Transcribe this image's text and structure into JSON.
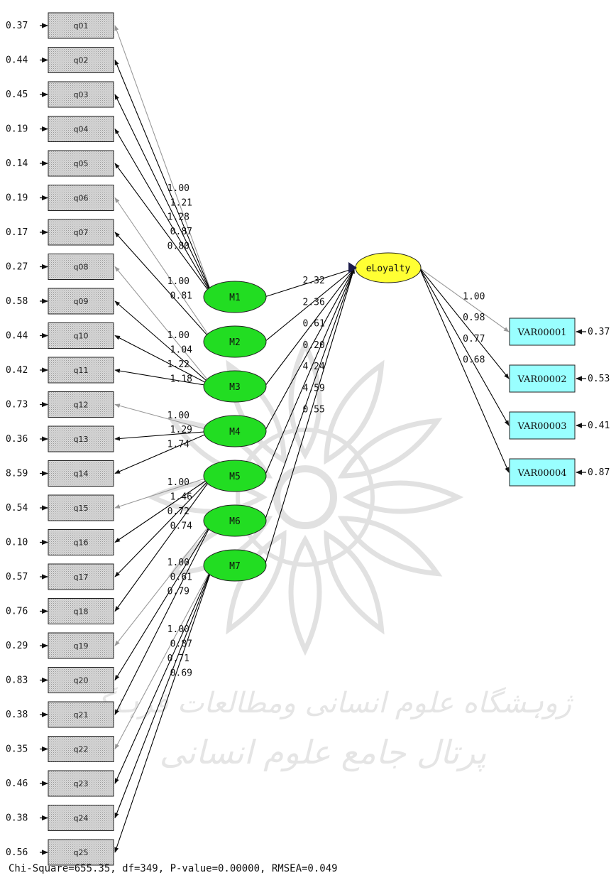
{
  "indicators": [
    {
      "label": "q01",
      "error": "0.37",
      "loading": "1.00",
      "loading_gray": true
    },
    {
      "label": "q02",
      "error": "0.44",
      "loading": "1.21",
      "loading_gray": false
    },
    {
      "label": "q03",
      "error": "0.45",
      "loading": "1.28",
      "loading_gray": false
    },
    {
      "label": "q04",
      "error": "0.19",
      "loading": "0.87",
      "loading_gray": false
    },
    {
      "label": "q05",
      "error": "0.14",
      "loading": "0.80",
      "loading_gray": false
    },
    {
      "label": "q06",
      "error": "0.19",
      "loading": "1.00",
      "loading_gray": true
    },
    {
      "label": "q07",
      "error": "0.17",
      "loading": "0.81",
      "loading_gray": false
    },
    {
      "label": "q08",
      "error": "0.27",
      "loading": "1.00",
      "loading_gray": true
    },
    {
      "label": "q09",
      "error": "0.58",
      "loading": "1.04",
      "loading_gray": false
    },
    {
      "label": "q10",
      "error": "0.44",
      "loading": "1.22",
      "loading_gray": false
    },
    {
      "label": "q11",
      "error": "0.42",
      "loading": "1.18",
      "loading_gray": false
    },
    {
      "label": "q12",
      "error": "0.73",
      "loading": "1.00",
      "loading_gray": true
    },
    {
      "label": "q13",
      "error": "0.36",
      "loading": "1.29",
      "loading_gray": false
    },
    {
      "label": "q14",
      "error": "8.59",
      "loading": "1.74",
      "loading_gray": false
    },
    {
      "label": "q15",
      "error": "0.54",
      "loading": "1.00",
      "loading_gray": true
    },
    {
      "label": "q16",
      "error": "0.10",
      "loading": "1.46",
      "loading_gray": false
    },
    {
      "label": "q17",
      "error": "0.57",
      "loading": "0.72",
      "loading_gray": false
    },
    {
      "label": "q18",
      "error": "0.76",
      "loading": "0.74",
      "loading_gray": false
    },
    {
      "label": "q19",
      "error": "0.29",
      "loading": "1.00",
      "loading_gray": true
    },
    {
      "label": "q20",
      "error": "0.83",
      "loading": "0.61",
      "loading_gray": false
    },
    {
      "label": "q21",
      "error": "0.38",
      "loading": "0.79",
      "loading_gray": false
    },
    {
      "label": "q22",
      "error": "0.35",
      "loading": "1.00",
      "loading_gray": true
    },
    {
      "label": "q23",
      "error": "0.46",
      "loading": "0.87",
      "loading_gray": false
    },
    {
      "label": "q24",
      "error": "0.38",
      "loading": "0.71",
      "loading_gray": false
    },
    {
      "label": "q25",
      "error": "0.56",
      "loading": "0.69",
      "loading_gray": false
    }
  ],
  "latents": [
    {
      "label": "M1",
      "items": [
        "q01",
        "q02",
        "q03",
        "q04",
        "q05"
      ],
      "path": "2.32"
    },
    {
      "label": "M2",
      "items": [
        "q06",
        "q07"
      ],
      "path": "2.36"
    },
    {
      "label": "M3",
      "items": [
        "q08",
        "q09",
        "q10",
        "q11"
      ],
      "path": "0.61"
    },
    {
      "label": "M4",
      "items": [
        "q12",
        "q13",
        "q14"
      ],
      "path": "0.20"
    },
    {
      "label": "M5",
      "items": [
        "q15",
        "q16",
        "q17",
        "q18"
      ],
      "path": "4.24"
    },
    {
      "label": "M6",
      "items": [
        "q19",
        "q20",
        "q21"
      ],
      "path": "4.59"
    },
    {
      "label": "M7",
      "items": [
        "q22",
        "q23",
        "q24",
        "q25"
      ],
      "path": "0.55"
    }
  ],
  "outcome": {
    "label": "eLoyalty"
  },
  "outcome_indicators": [
    {
      "label": "VAR00001",
      "loading": "1.00",
      "error": "0.37",
      "loading_gray": true
    },
    {
      "label": "VAR00002",
      "loading": "0.98",
      "error": "0.53",
      "loading_gray": false
    },
    {
      "label": "VAR00003",
      "loading": "0.77",
      "error": "0.41",
      "loading_gray": false
    },
    {
      "label": "VAR00004",
      "loading": "0.68",
      "error": "0.87",
      "loading_gray": false
    }
  ],
  "fit_statistics": "Chi-Square=655.35, df=349, P-value=0.00000, RMSEA=0.049",
  "watermark": {
    "line1": "ژوہشگاه علوم انسانی ومطالعات فرہنگی",
    "line2": "پرتال جامع علوم انسانی"
  },
  "colors": {
    "latent_fill": "#22dd22",
    "outcome_fill": "#ffff33",
    "outcome_indicator_fill": "#99ffff",
    "indicator_fill": "#c8c8c8",
    "path_line": "#000000",
    "fixed_path_line": "#999999"
  }
}
